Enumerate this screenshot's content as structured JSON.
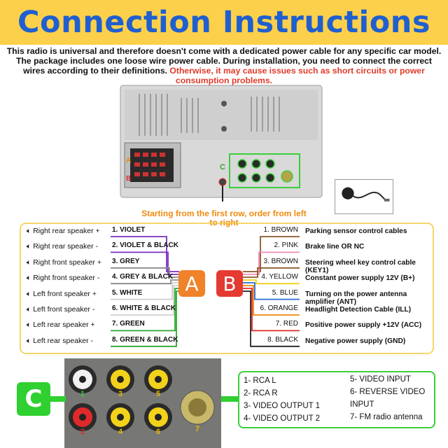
{
  "banner": {
    "title": "Connection Instructions"
  },
  "intro": {
    "text": "This radio is universal and therefore doesn't come with a dedicated power cable for any specific car model. The package includes one loose wire power cable. During installation, you need to connect the correct wires according to their definitions.",
    "warning": "Otherwise, it may cause issues such as short circuits or power consumption problems."
  },
  "rear_panel": {
    "mark_a": "A",
    "mark_b": "B",
    "mark_c": "C"
  },
  "caption": "Starting from the first row, order from left to right",
  "connector_a": {
    "label": "A",
    "color": "#f0822a",
    "speakers": [
      "Right rear speaker +",
      "Right rear speaker -",
      "Right front speaker +",
      "Right front speaker -",
      "Left front speaker +",
      "Left front speaker -",
      "Left rear speaker +",
      "Left rear speaker -"
    ],
    "wires": [
      {
        "label": "1. VIOLET",
        "color": "#7b2fbf"
      },
      {
        "label": "2. VIOLET & BLACK",
        "color": "#7b2fbf"
      },
      {
        "label": "3. GREY",
        "color": "#8a8a8a"
      },
      {
        "label": "4. GREY & BLACK",
        "color": "#8a8a8a"
      },
      {
        "label": "5. WHITE",
        "color": "#cfcfcf"
      },
      {
        "label": "6. WHITE & BLACK",
        "color": "#cfcfcf"
      },
      {
        "label": "7. GREEN",
        "color": "#2ea82e"
      },
      {
        "label": "8. GREEN & BLACK",
        "color": "#2ea82e"
      }
    ]
  },
  "connector_b": {
    "label": "B",
    "color": "#e43a32",
    "wires": [
      {
        "label": "1. BROWN",
        "color": "#8b5a2b"
      },
      {
        "label": "2. PINK",
        "color": "#f28ab4"
      },
      {
        "label": "3. BROWN",
        "color": "#8b5a2b"
      },
      {
        "label": "4. YELLOW",
        "color": "#f2d21a"
      },
      {
        "label": "5. BLUE",
        "color": "#2a6fd6"
      },
      {
        "label": "6. ORANGE",
        "color": "#f08a10"
      },
      {
        "label": "7. RED",
        "color": "#e02a2a"
      },
      {
        "label": "8. BLACK",
        "color": "#222222"
      }
    ],
    "functions": [
      "Parking sensor control cables",
      "Brake line OR NC",
      "Steering wheel key control cable (KEY1)",
      "Constant power supply 12V (B+)",
      "Turning on the power antenna amplifier (ANT)",
      "Headlight Detection Cable (ILL)",
      "Positive power supply +12V (ACC)",
      "Negative power supply (GND)"
    ]
  },
  "connector_c": {
    "label": "C",
    "ports": [
      "1",
      "2",
      "3",
      "4",
      "5",
      "6",
      "7"
    ],
    "legend_left": [
      "1- RCA L",
      "2- RCA R",
      "3- VIDEO OUTPUT 1",
      "4- VIDEO OUTPUT 2"
    ],
    "legend_right": [
      "5- VIDEO INPUT",
      "6- REVERSE VIDEO",
      "INPUT",
      "7- FM radio antenna"
    ]
  }
}
